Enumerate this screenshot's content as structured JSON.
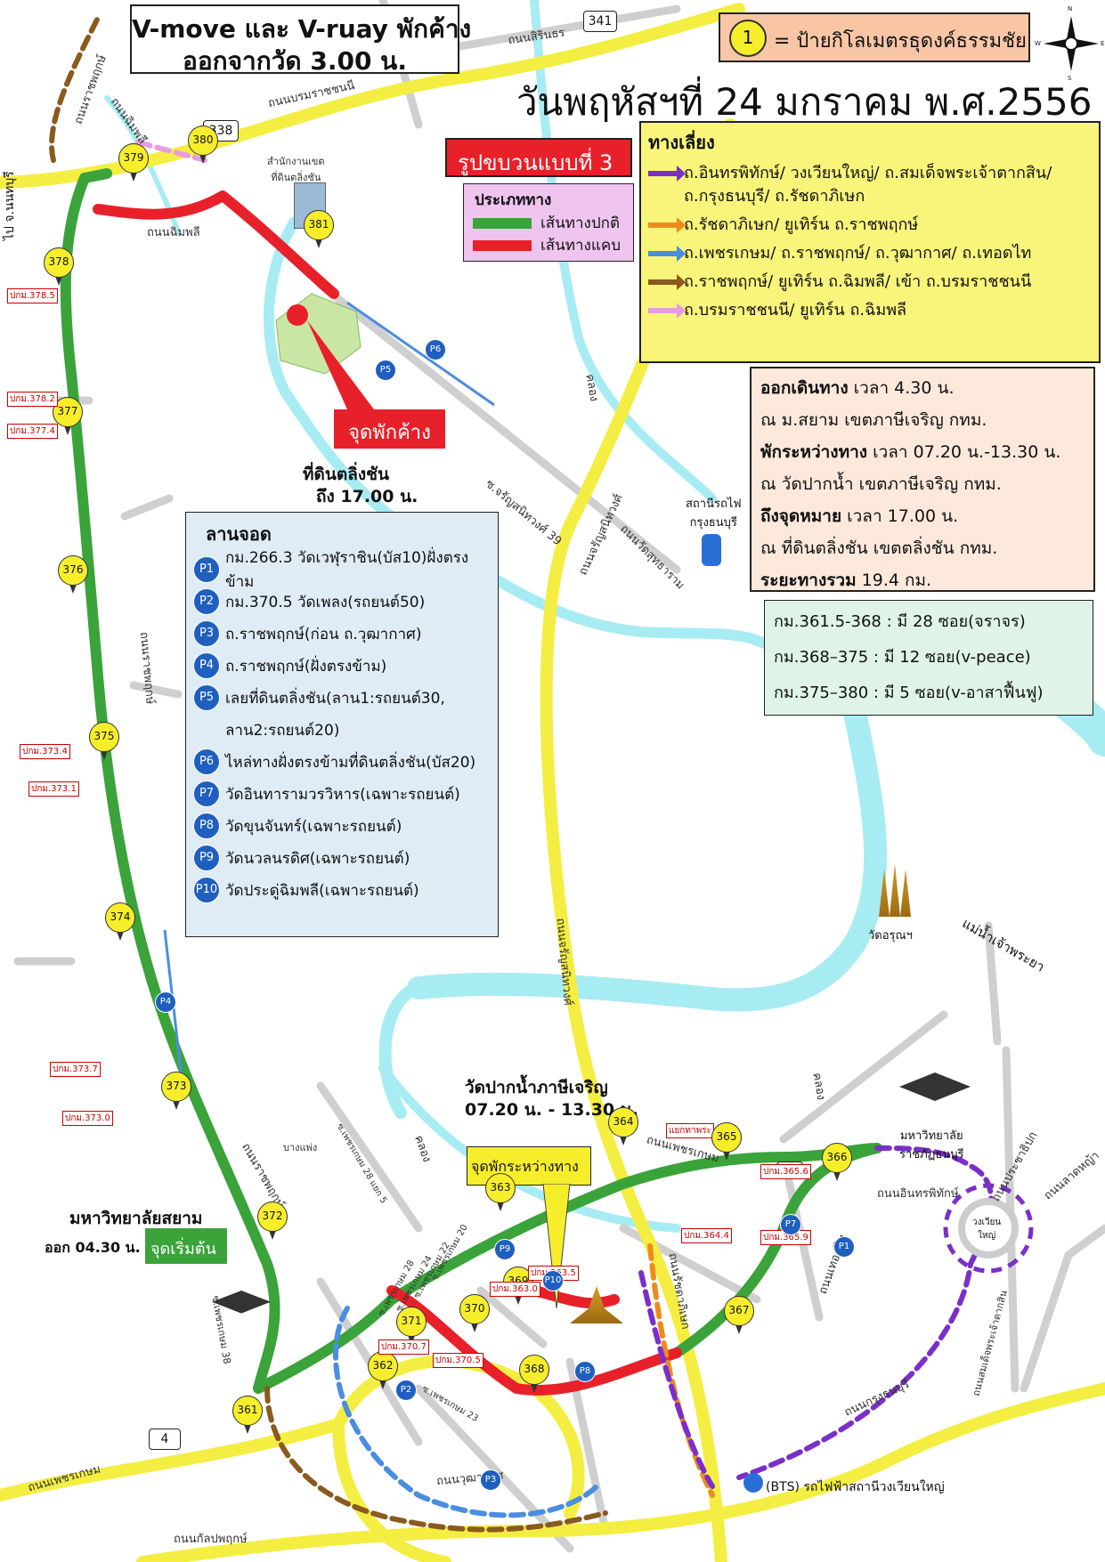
{
  "header": {
    "line1": "V-move และ V-ruay พักค้าง",
    "line2": "ออกจากวัด 3.00 น."
  },
  "legend_marker": {
    "number": "1",
    "text": "= ป้ายกิโลเมตรธุดงค์ธรรมชัย"
  },
  "compass": {
    "n": "N",
    "s": "S",
    "e": "E",
    "w": "W"
  },
  "date_title": "วันพฤหัสฯที่ 24 มกราคม พ.ศ.2556",
  "formation": "รูปขบวนแบบที่ 3",
  "route_types": {
    "title": "ประเภททาง",
    "normal": "เส้นทางปกติ",
    "narrow": "เส้นทางแคบ",
    "normal_color": "#3aa33a",
    "narrow_color": "#e8202a"
  },
  "detours": {
    "title": "ทางเลี่ยง",
    "items": [
      {
        "color": "#7a2fc9",
        "text": "ถ.อินทรพิทักษ์/ วงเวียนใหญ่/ ถ.สมเด็จพระเจ้าตากสิน/ ถ.กรุงธนบุรี/ ถ.รัชดาภิเษก"
      },
      {
        "color": "#f08a1c",
        "text": "ถ.รัชดาภิเษก/ ยูเทิร์น ถ.ราชพฤกษ์"
      },
      {
        "color": "#4a8ee0",
        "text": "ถ.เพชรเกษม/ ถ.ราชพฤกษ์/ ถ.วุฒากาศ/ ถ.เทอดไท"
      },
      {
        "color": "#8a5a1e",
        "text": "ถ.ราชพฤกษ์/ ยูเทิร์น ถ.ฉิมพลี/ เข้า ถ.บรมราชชนนี"
      },
      {
        "color": "#e79be0",
        "text": "ถ.บรมราชชนนี/ ยูเทิร์น ถ.ฉิมพลี"
      }
    ]
  },
  "schedule": {
    "depart_label": "ออกเดินทาง",
    "depart_time": " เวลา 4.30 น.",
    "depart_place": "ณ ม.สยาม เขตภาษีเจริญ กทม.",
    "rest_label": "พักระหว่างทาง",
    "rest_time": " เวลา 07.20 น.-13.30 น.",
    "rest_place": "ณ วัดปากน้ำ เขตภาษีเจริญ กทม.",
    "arrive_label": "ถึงจุดหมาย",
    "arrive_time": " เวลา 17.00 น.",
    "arrive_place": "ณ ที่ดินตลิ่งชัน เขตตลิ่งชัน กทม.",
    "distance_label": "ระยะทางรวม",
    "distance_value": " 19.4 กม."
  },
  "alleys": [
    "กม.361.5-368  : มี 28 ซอย(จราจร)",
    "กม.368–375  : มี 12 ซอย(v-peace)",
    "กม.375–380  : มี 5 ซอย(v-อาสาฟื้นฟู)"
  ],
  "parking": {
    "title": "ลานจอด",
    "items": [
      {
        "id": "P1",
        "text": "กม.266.3 วัดเวฬุราชิน(บัส10)ฝั่งตรงข้าม"
      },
      {
        "id": "P2",
        "text": "กม.370.5 วัดเพลง(รถยนต์50)"
      },
      {
        "id": "P3",
        "text": "ถ.ราชพฤกษ์(ก่อน ถ.วุฒากาศ)"
      },
      {
        "id": "P4",
        "text": "ถ.ราชพฤกษ์(ฝั่งตรงข้าม)"
      },
      {
        "id": "P5",
        "text": "เลยที่ดินตลิ่งชัน(ลาน1:รถยนต์30,"
      },
      {
        "id": "",
        "text": "ลาน2:รถยนต์20)"
      },
      {
        "id": "P6",
        "text": "ไหล่ทางฝั่งตรงข้ามที่ดินตลิ่งชัน(บัส20)"
      },
      {
        "id": "P7",
        "text": "วัดอินทารามวรวิหาร(เฉพาะรถยนต์)"
      },
      {
        "id": "P8",
        "text": "วัดขุนจันทร์(เฉพาะรถยนต์)"
      },
      {
        "id": "P9",
        "text": "วัดนวลนรดิศ(เฉพาะรถยนต์)"
      },
      {
        "id": "P10",
        "text": "วัดประดู่ฉิมพลี(เฉพาะรถยนต์)"
      }
    ]
  },
  "places": {
    "overnight_callout": "จุดพักค้าง",
    "destination_name": "ที่ดินตลิ่งชัน",
    "destination_time": "ถึง 17.00 น.",
    "office": "สำนักงานเขต\nที่ดินตลิ่งชัน",
    "rest_stop_name": "วัดปากน้ำภาษีเจริญ",
    "rest_stop_time": "07.20 น. - 13.30 น.",
    "rest_stop_callout": "จุดพักระหว่างทาง",
    "start_name": "มหาวิทยาลัยสยาม",
    "start_time": "ออก 04.30 น.",
    "start_callout": "จุดเริ่มต้น",
    "university2": "มหาวิทยาลัย\nราชภัฏธนบุรี",
    "wat_arun": "วัดอรุณฯ",
    "river": "แม่น้ำเจ้าพระยา",
    "station": "สถานีรถไฟ\nกรุงธนบุรี",
    "bts": "(BTS) รถไฟฟ้าสถานีวงเวียนใหญ่",
    "roundabout": "วงเวียน\nใหญ่",
    "junction": "แยกทาพระ",
    "to_nonthaburi": "ไป จ.นนทบุรี"
  },
  "roads": {
    "r341": "341",
    "r338": "338",
    "r4a": "4",
    "r4b": "4",
    "sirindhorn": "ถนนสิรินธร",
    "borommaratchachonnani": "ถนนบรมราชชนนี",
    "ratchaphruek_top": "ถนนราชพฤกษ์",
    "chimphli": "ถนนฉิมพลี",
    "chimphli2": "ถนนฉิมพลี",
    "khlong1": "คลอง",
    "khlong2": "คลอง",
    "khlong3": "คลอง",
    "ratchaphruek_mid": "ถนนราชพฤกษ์",
    "ratchaphruek_low": "ถนนราชพฤกษ์",
    "charansanitwong39": "ซ.จรัญสนิทวงศ์ 39",
    "wat_suttharam": "ถนนวัดสุทธาราม",
    "charansanitwong": "ถนนจรัญสนิทวงศ์",
    "charansanitwong2": "ถนนจรัญสนิทวงศ์",
    "phetkasem_right": "ถนนเพชรเกษม",
    "phetkasem_left": "ถนนเพชรเกษม",
    "phetkasem28": "ซ.เพชรเกษม 28 แยก 5",
    "bangphai": "บางแพ่ง",
    "s20": "ซ.เพชรเกษม 20",
    "s22": "ซ.เพชรเกษม 22",
    "s24": "ซ.เพชรเกษม 24",
    "s28": "ซ.เพชรเกษม 28",
    "s23": "ซ.เพชรเกษม 23",
    "s38": "ซ.เพชรเกษม 38",
    "ratchadaphisek": "ถนนรัชดาภิเษก",
    "thoetthai": "ถนนเทอดไท",
    "inthraphithak": "ถนนอินทรพิทักษ์",
    "prachathipok": "ถนนประชาธิปก",
    "lat_ya": "ถนนลาดหญ้า",
    "taksin": "ถนนสมเด็จพระเจ้าตากสิน",
    "krung_thonburi": "ถนนกรุงธนบุรี",
    "kanlapaphruek": "ถนนกัลปพฤกษ์",
    "wutthakat": "ถนนวุฒากาศ"
  },
  "markers": [
    {
      "n": "379"
    },
    {
      "n": "380"
    },
    {
      "n": "381"
    },
    {
      "n": "378"
    },
    {
      "n": "377"
    },
    {
      "n": "376"
    },
    {
      "n": "375"
    },
    {
      "n": "374"
    },
    {
      "n": "373"
    },
    {
      "n": "372"
    },
    {
      "n": "361"
    },
    {
      "n": "362"
    },
    {
      "n": "363"
    },
    {
      "n": "364"
    },
    {
      "n": "365"
    },
    {
      "n": "366"
    },
    {
      "n": "367"
    },
    {
      "n": "368"
    },
    {
      "n": "369"
    },
    {
      "n": "370"
    },
    {
      "n": "371"
    }
  ],
  "km_posts": [
    "ปกม.378.5",
    "ปกม.378.2",
    "ปกม.377.4",
    "ปกม.373.4",
    "ปกม.373.1",
    "ปกม.373.7",
    "ปกม.373.0",
    "ปกม.365.6",
    "ปกม.364.4",
    "ปกม.365.9",
    "ปกม.363.5",
    "ปกม.363.0",
    "ปกม.370.7",
    "ปกม.370.5"
  ],
  "map_parking": [
    "P1",
    "P2",
    "P3",
    "P4",
    "P5",
    "P6",
    "P7",
    "P8",
    "P9",
    "P10"
  ]
}
